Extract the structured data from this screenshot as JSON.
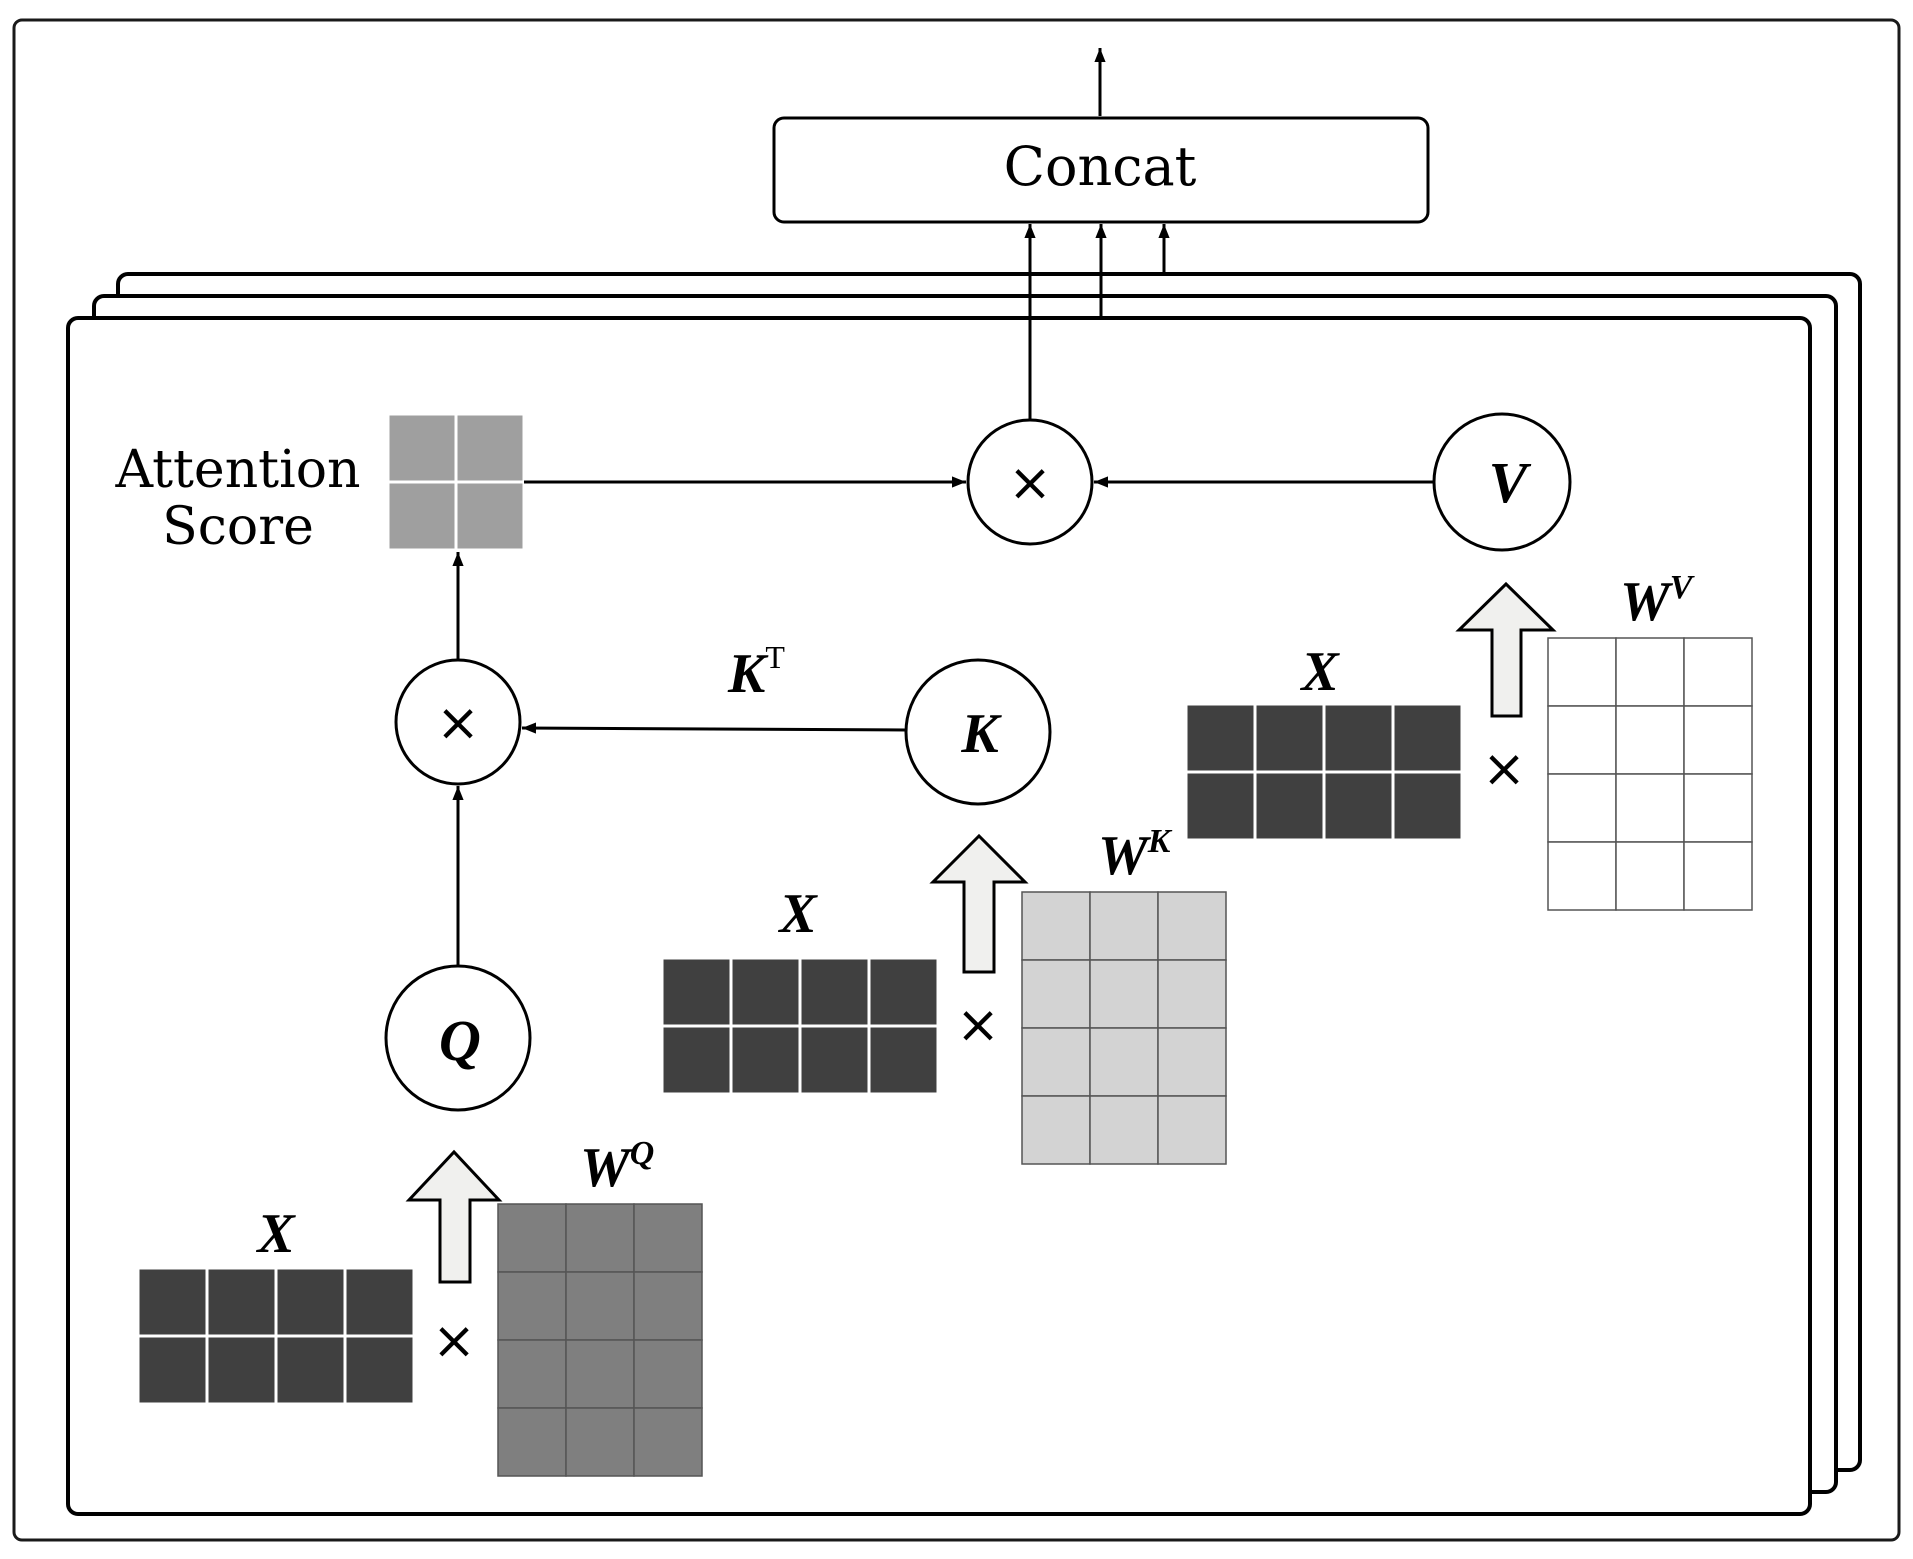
{
  "concat": {
    "label": "Concat"
  },
  "attention": {
    "line1": "Attention",
    "line2": "Score"
  },
  "operators": {
    "times": "×"
  },
  "nodes": {
    "q": "Q",
    "k": "K",
    "v": "V"
  },
  "input": {
    "x": "X"
  },
  "weights": {
    "base": "W",
    "q_sup": "Q",
    "k_sup": "K",
    "v_sup": "V"
  },
  "transpose": {
    "base": "K",
    "sup": "T"
  },
  "colors": {
    "x_matrix": "#404040",
    "wq_matrix": "#7f7f7f",
    "wk_matrix": "#d3d3d3",
    "wv_matrix": "#ffffff",
    "attention_matrix": "#9f9f9f",
    "arrow_fill": "#f0f0ee"
  }
}
